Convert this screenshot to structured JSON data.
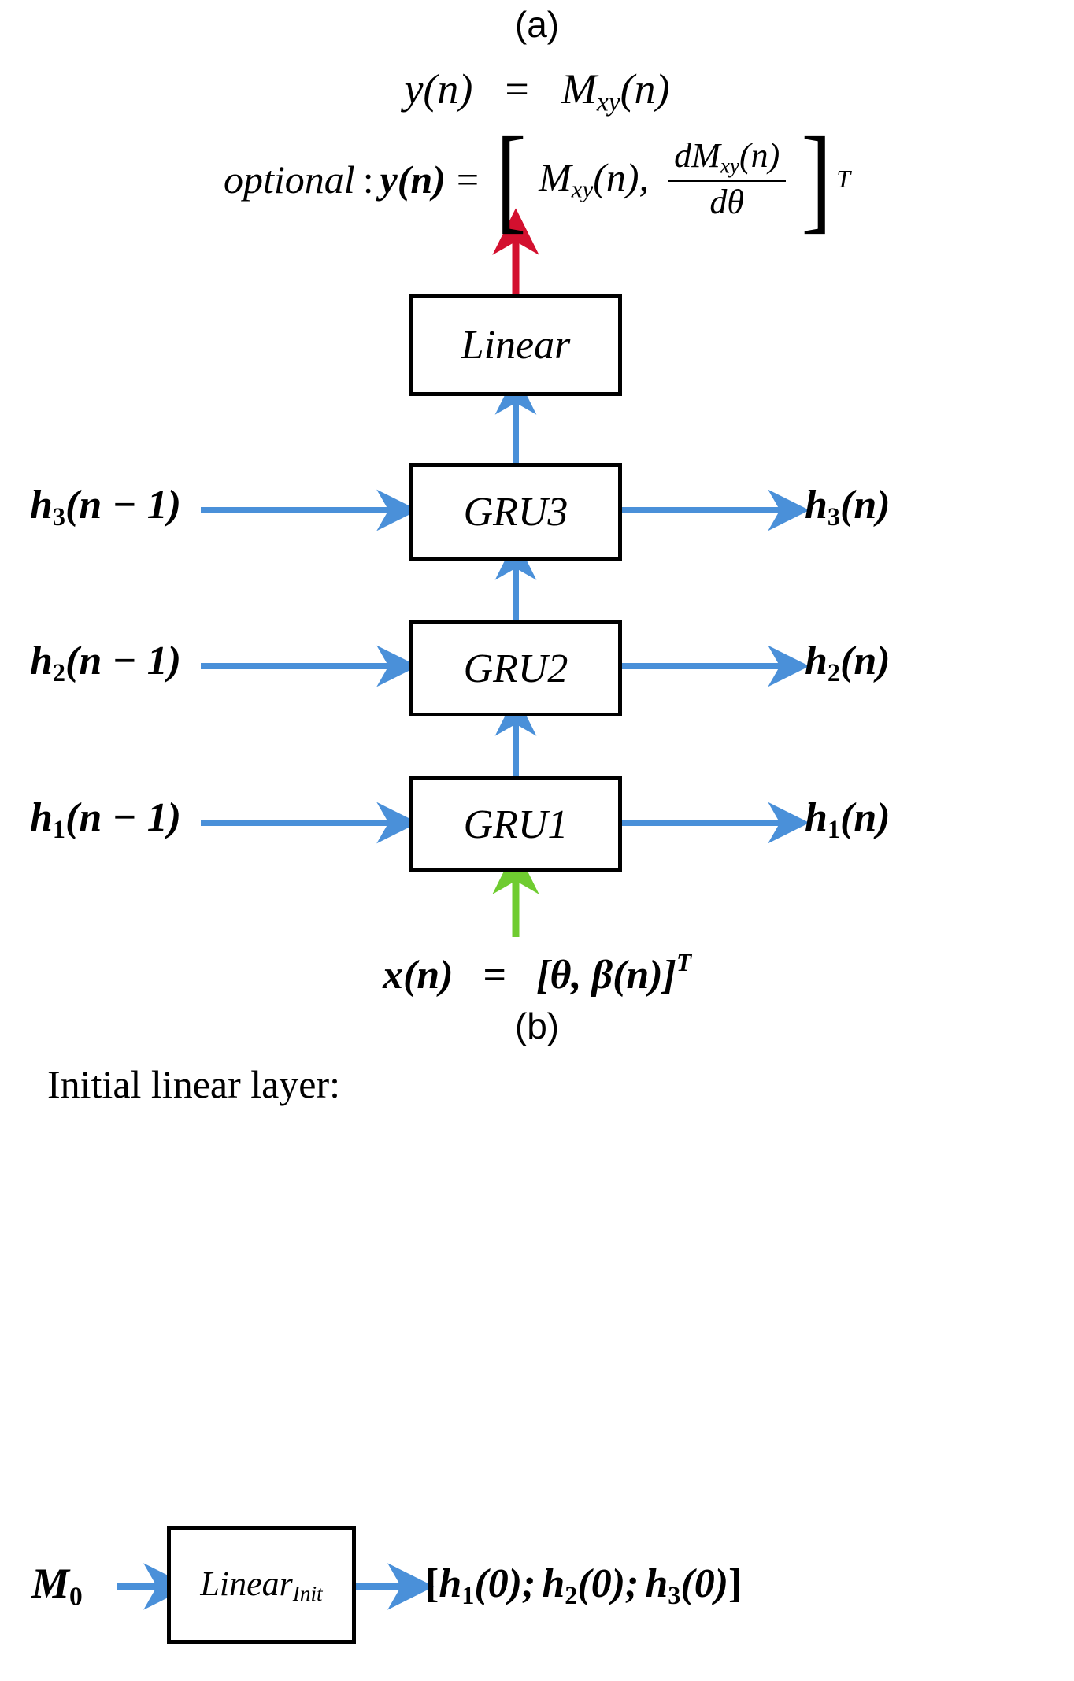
{
  "figure": {
    "panel_a": {
      "label": "(a)",
      "output_equation": {
        "lhs": "y(n)",
        "eq": "=",
        "rhs_var": "M",
        "rhs_sub": "xy",
        "rhs_arg": "(n)",
        "full_text": "y(n) = M_xy(n)"
      },
      "optional_equation": {
        "prefix": "optional",
        "colon": ":",
        "lhs": "y(n)",
        "eq": "=",
        "open_bracket": "[",
        "term1_var": "M",
        "term1_sub": "xy",
        "term1_arg": "(n),",
        "frac_num_d": "d",
        "frac_num_var": "M",
        "frac_num_sub": "xy",
        "frac_num_arg": "(n)",
        "frac_den": "dθ",
        "close_bracket": "]",
        "transpose": "T",
        "full_text": "optional : y(n) = [ M_xy(n),  dM_xy(n)/dθ ]^T"
      },
      "nodes": [
        {
          "id": "linear",
          "label": "Linear",
          "sub": ""
        },
        {
          "id": "gru3",
          "label": "GRU3",
          "sub": ""
        },
        {
          "id": "gru2",
          "label": "GRU2",
          "sub": ""
        },
        {
          "id": "gru1",
          "label": "GRU1",
          "sub": ""
        }
      ],
      "hidden_state_rows": [
        {
          "in_var": "h",
          "in_sub": "3",
          "in_arg": "(n − 1)",
          "out_var": "h",
          "out_sub": "3",
          "out_arg": "(n)"
        },
        {
          "in_var": "h",
          "in_sub": "2",
          "in_arg": "(n − 1)",
          "out_var": "h",
          "out_sub": "2",
          "out_arg": "(n)"
        },
        {
          "in_var": "h",
          "in_sub": "1",
          "in_arg": "(n − 1)",
          "out_var": "h",
          "out_sub": "1",
          "out_arg": "(n)"
        }
      ],
      "input_equation": {
        "lhs_var": "x",
        "lhs_arg": "(n)",
        "eq": "=",
        "rhs": "[θ, β(n)]",
        "transpose": "T",
        "full_text": "x(n) = [θ, β(n)]^T"
      }
    },
    "panel_b": {
      "label": "(b)",
      "caption": "Initial linear layer:",
      "input_label_var": "M",
      "input_label_sub": "0",
      "node": {
        "label": "Linear",
        "sub": "Init"
      },
      "output": {
        "open": "[",
        "h1_var": "h",
        "h1_sub": "1",
        "h1_arg": "(0);",
        "h2_var": "h",
        "h2_sub": "2",
        "h2_arg": "(0);",
        "h3_var": "h",
        "h3_sub": "3",
        "h3_arg": "(0)",
        "close": "]",
        "full_text": "[h1(0); h2(0); h3(0)]"
      }
    }
  },
  "colors": {
    "arrow_blue": "#4A90D9",
    "arrow_red": "#D3102F",
    "arrow_green": "#6FCC30",
    "box_border": "#000000",
    "background": "#FFFFFF",
    "text": "#000000"
  }
}
